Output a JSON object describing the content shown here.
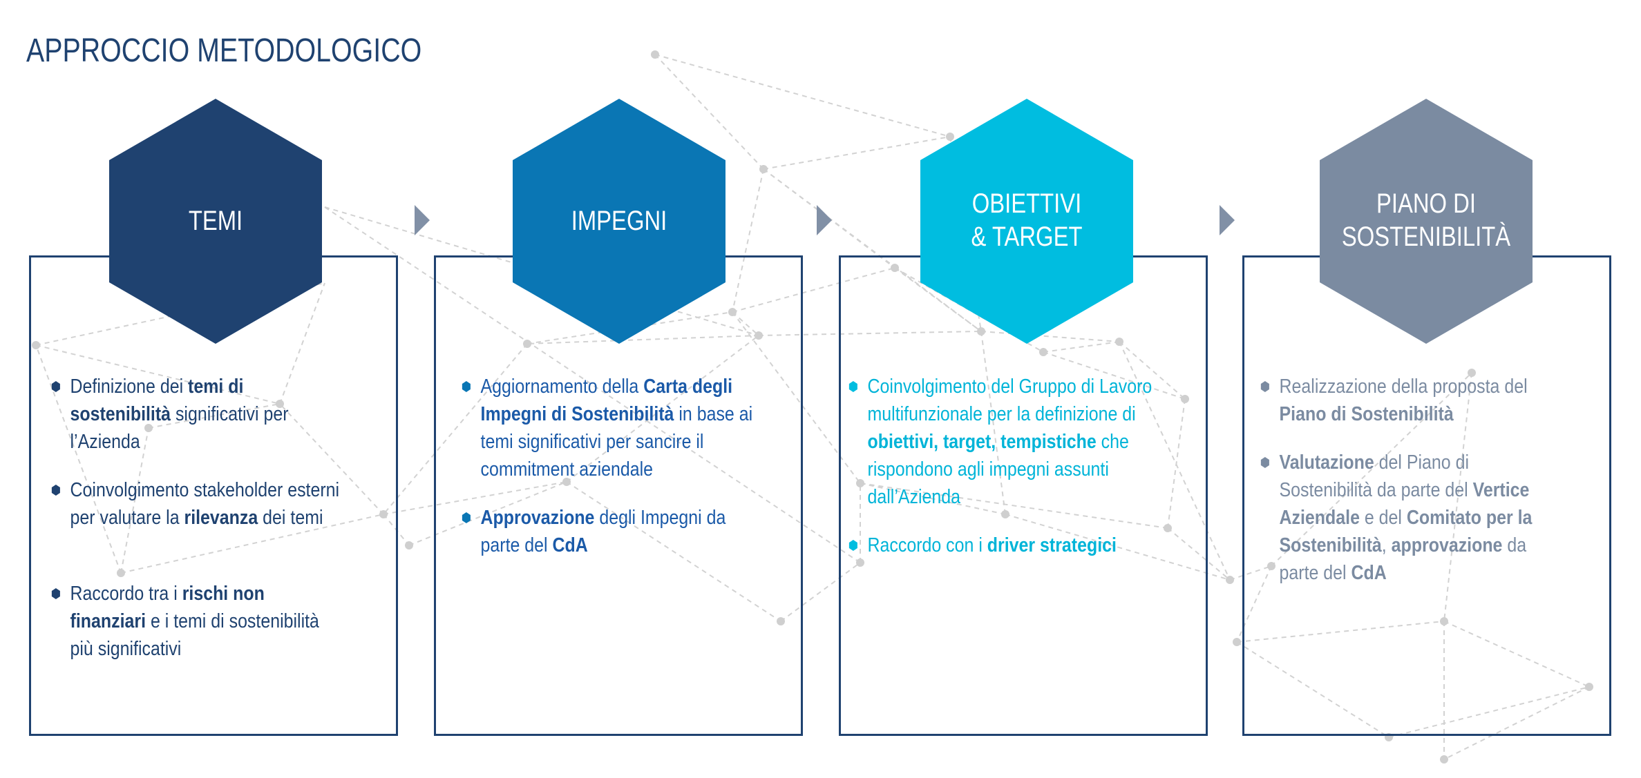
{
  "page": {
    "title": "APPROCCIO METODOLOGICO"
  },
  "colors": {
    "temi": "#1f4270",
    "impegni": "#0a76b4",
    "obiettivi": "#00bde0",
    "piano": "#7b8ba1",
    "box_border": "#1f4270",
    "arrow": "#8190a6",
    "network": "#cccccc"
  },
  "steps": [
    {
      "label_lines": [
        "TEMI"
      ],
      "bullets": [
        {
          "segments": [
            {
              "t": "Definizione dei "
            },
            {
              "t": "temi di sostenibilità",
              "b": true
            },
            {
              "t": " significativi per l’Azienda"
            }
          ]
        },
        {
          "segments": [
            {
              "t": "Coinvolgimento stakeholder esterni per valutare la "
            },
            {
              "t": "rilevanza",
              "b": true
            },
            {
              "t": " dei temi"
            }
          ]
        },
        {
          "segments": [
            {
              "t": "Raccordo tra i "
            },
            {
              "t": "rischi non finanziari",
              "b": true
            },
            {
              "t": " e i temi di sostenibilità più significativi"
            }
          ]
        }
      ]
    },
    {
      "label_lines": [
        "IMPEGNI"
      ],
      "bullets": [
        {
          "segments": [
            {
              "t": "Aggiornamento della "
            },
            {
              "t": "Carta degli Impegni di Sostenibilità",
              "b": true
            },
            {
              "t": " in base ai temi significativi per sancire il commitment aziendale"
            }
          ]
        },
        {
          "segments": [
            {
              "t": "Approvazione",
              "b": true
            },
            {
              "t": " degli Impegni da parte del "
            },
            {
              "t": "CdA",
              "b": true
            }
          ]
        }
      ]
    },
    {
      "label_lines": [
        "OBIETTIVI",
        "& TARGET"
      ],
      "bullets": [
        {
          "segments": [
            {
              "t": "Coinvolgimento del Gruppo di Lavoro multifunzionale per la definizione di "
            },
            {
              "t": "obiettivi, target, tempistiche",
              "b": true
            },
            {
              "t": " che rispondono agli impegni assunti dall’Azienda"
            }
          ]
        },
        {
          "segments": [
            {
              "t": "Raccordo con i "
            },
            {
              "t": "driver strategici",
              "b": true
            }
          ]
        }
      ]
    },
    {
      "label_lines": [
        "PIANO DI",
        "SOSTENIBILITÀ"
      ],
      "bullets": [
        {
          "segments": [
            {
              "t": "Realizzazione della proposta del "
            },
            {
              "t": "Piano di Sostenibilità",
              "b": true
            }
          ]
        },
        {
          "segments": [
            {
              "t": "Valutazione",
              "b": true
            },
            {
              "t": " del Piano di Sostenibilità da parte del "
            },
            {
              "t": "Vertice Aziendale",
              "b": true
            },
            {
              "t": " e del "
            },
            {
              "t": "Comitato per la Sostenibilità",
              "b": true
            },
            {
              "t": ", "
            },
            {
              "t": "approvazione",
              "b": true
            },
            {
              "t": " da parte del "
            },
            {
              "t": "CdA",
              "b": true
            }
          ]
        }
      ]
    }
  ]
}
